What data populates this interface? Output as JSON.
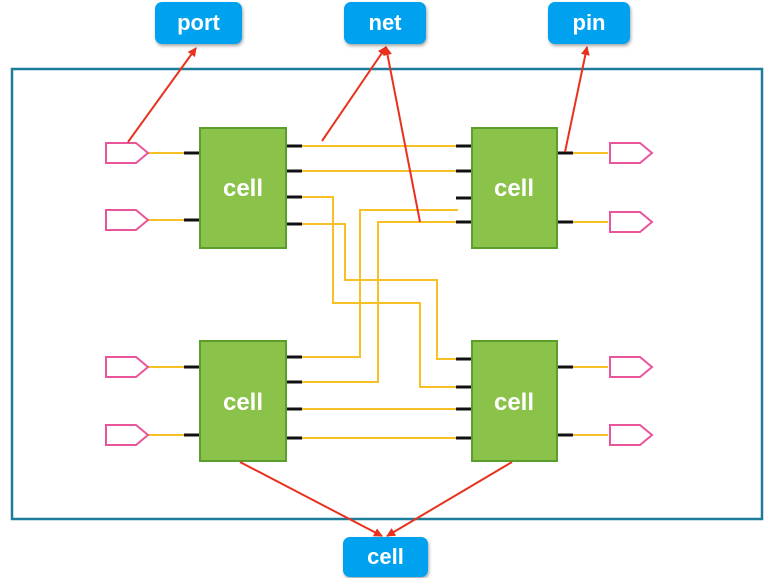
{
  "callouts": {
    "port": "port",
    "net": "net",
    "pin": "pin",
    "cell": "cell"
  },
  "cells": [
    {
      "label": "cell"
    },
    {
      "label": "cell"
    },
    {
      "label": "cell"
    },
    {
      "label": "cell"
    }
  ],
  "colors": {
    "callout": "#00a2f0",
    "cell_fill": "#8bc34a",
    "cell_border": "#5c9e2e",
    "net_wire": "#f7c025",
    "pin_stub": "#111111",
    "port_outline": "#e8559a",
    "pointer_arrow": "#e8321e",
    "chip_border": "#1d7c9a"
  }
}
